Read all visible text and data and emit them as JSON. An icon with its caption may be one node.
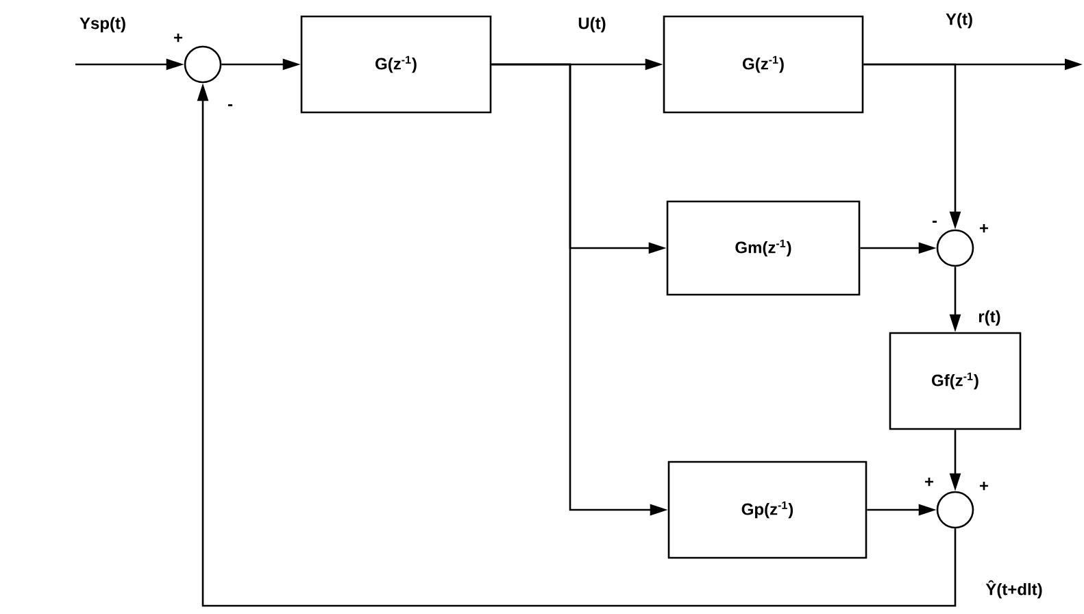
{
  "diagram": {
    "nodes": [
      {
        "text": [],
        "shape": "circle"
      },
      {
        "text": [
          "G(z$^{-1}$)"
        ]
      },
      {
        "text": [
          "G(z$^{-1}$)"
        ]
      },
      {
        "text": [
          "Gm(z$^{-1}$)"
        ]
      },
      {
        "text": [],
        "shape": "circle"
      },
      {
        "text": [
          "Gf(z$^{-1}$)"
        ]
      },
      {
        "text": [
          "Gp(z$^{-1}$)"
        ]
      },
      {
        "text": [],
        "shape": "circle"
      }
    ],
    "edges": [
      {
        "from": null,
        "to": 0,
        "arrow": "to",
        "label": "Ysp(t)"
      },
      {
        "from": 0,
        "to": 1,
        "arrow": "to"
      },
      {
        "from": 1,
        "to": 2,
        "arrow": "to",
        "label": "U(t)"
      },
      {
        "from": 1,
        "to": 3,
        "arrow": "to"
      },
      {
        "from": 1,
        "to": 6,
        "arrow": "to"
      },
      {
        "from": 2,
        "to": null,
        "arrow": "to",
        "label": "Y(t)"
      },
      {
        "from": 2,
        "to": 4,
        "arrow": "to"
      },
      {
        "from": 3,
        "to": 4,
        "arrow": "to"
      },
      {
        "from": 4,
        "to": 5,
        "arrow": "to",
        "label": "r(t)"
      },
      {
        "from": 5,
        "to": 7,
        "arrow": "to"
      },
      {
        "from": 6,
        "to": 7,
        "arrow": "to"
      },
      {
        "from": 7,
        "to": 0,
        "arrow": "to",
        "label": "Ŷ(t+dlt)"
      }
    ],
    "labels": [
      "+",
      "-",
      "-",
      "+",
      "+",
      "+"
    ]
  }
}
